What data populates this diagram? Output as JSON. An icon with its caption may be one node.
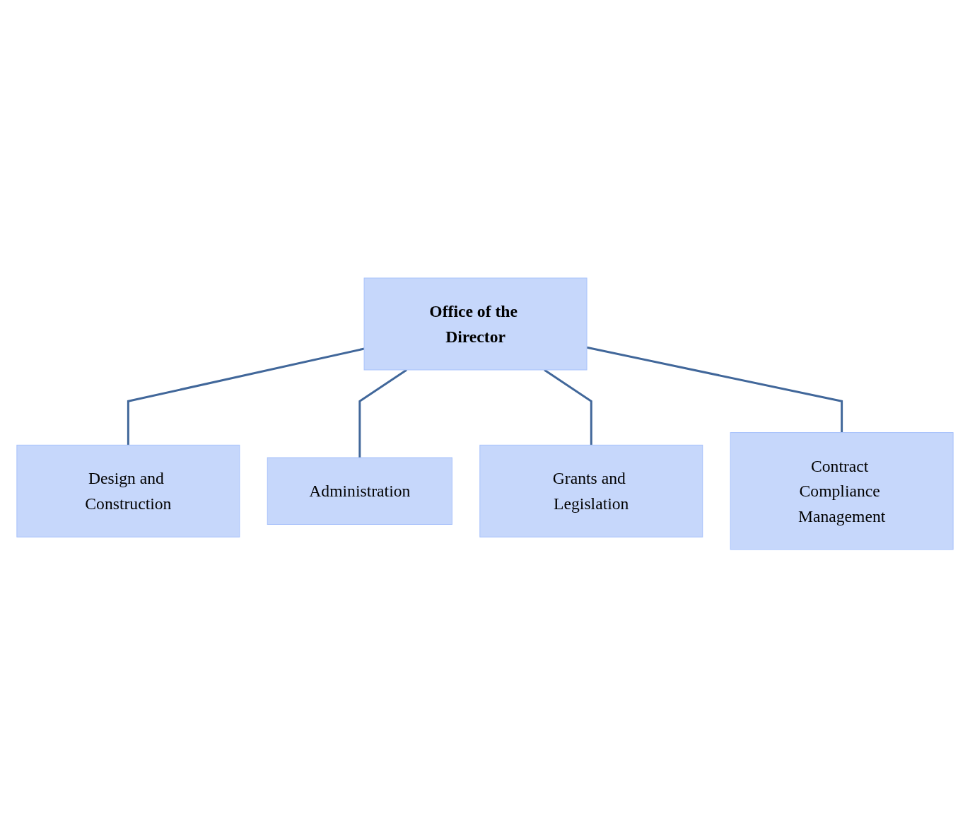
{
  "diagram": {
    "nodes": [
      {
        "text": [
          "Office of the Director"
        ]
      },
      {
        "text": [
          "Design and Construction"
        ]
      },
      {
        "text": [
          "Administration"
        ]
      },
      {
        "text": [
          "Grants and Legislation"
        ]
      },
      {
        "text": [
          "Contract Compliance Management"
        ]
      }
    ],
    "edges": [
      {
        "from": 0,
        "to": 1,
        "arrow": "none"
      },
      {
        "from": 0,
        "to": 2,
        "arrow": "none"
      },
      {
        "from": 0,
        "to": 3,
        "arrow": "none"
      },
      {
        "from": 0,
        "to": 4,
        "arrow": "none"
      }
    ]
  }
}
